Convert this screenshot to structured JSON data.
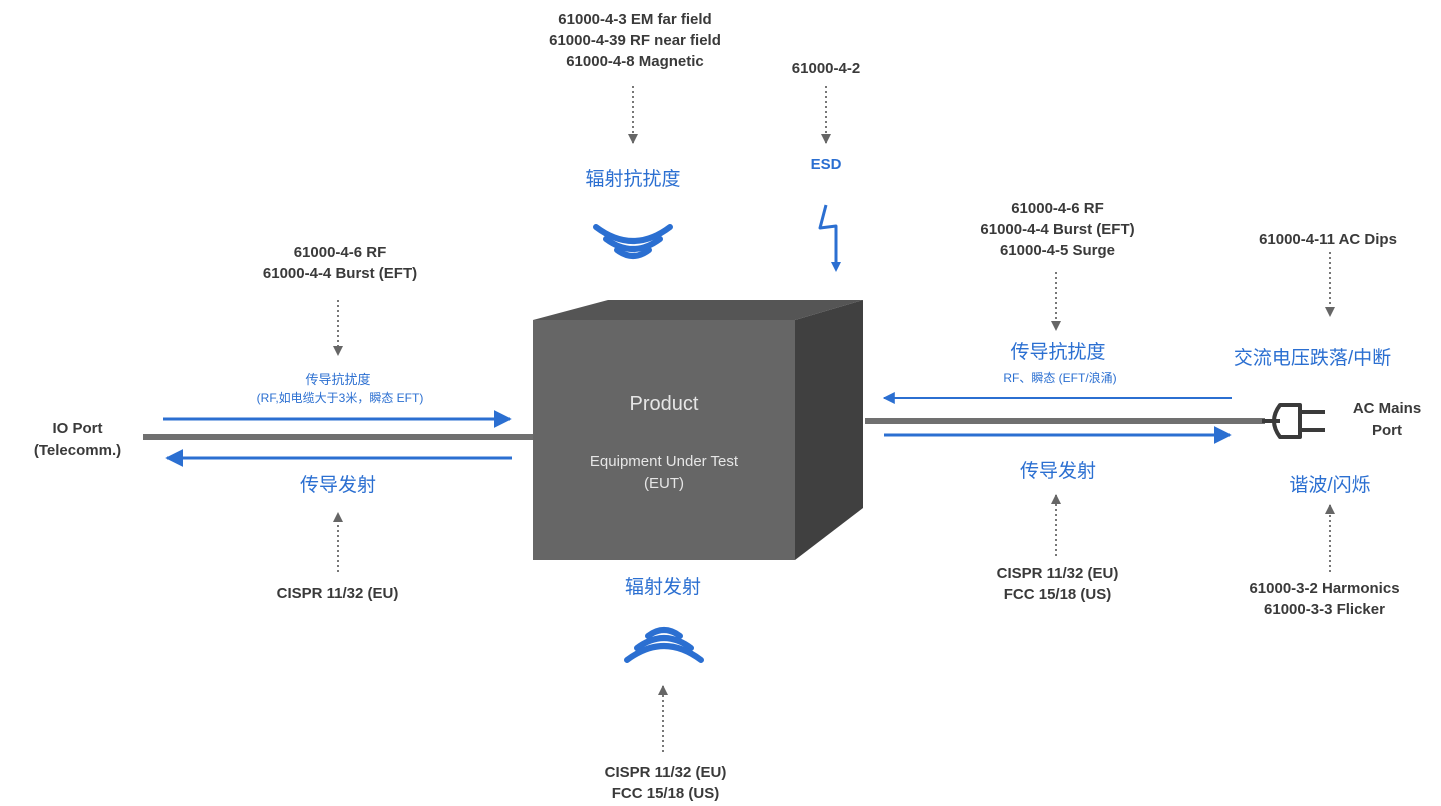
{
  "product": {
    "title": "Product",
    "subtitle_1": "Equipment Under Test",
    "subtitle_2": "(EUT)"
  },
  "top": {
    "radiated_standards": [
      "61000-4-3 EM far field",
      "61000-4-39 RF near field",
      "61000-4-8 Magnetic"
    ],
    "radiated_immunity_label": "辐射抗扰度",
    "esd_standard": "61000-4-2",
    "esd_label": "ESD"
  },
  "left": {
    "standards": [
      "61000-4-6 RF",
      "61000-4-4 Burst (EFT)"
    ],
    "conducted_immunity_label": "传导抗扰度",
    "conducted_immunity_note": "(RF,如电缆大于3米，瞬态 EFT)",
    "port_label": [
      "IO Port",
      "(Telecomm.)"
    ],
    "conducted_emission_label": "传导发射",
    "emission_standard": "CISPR 11/32 (EU)"
  },
  "right": {
    "standards": [
      "61000-4-6 RF",
      "61000-4-4 Burst (EFT)",
      "61000-4-5 Surge"
    ],
    "conducted_immunity_label": "传导抗扰度",
    "conducted_immunity_note": "RF、瞬态 (EFT/浪涌)",
    "ac_dips_standard": "61000-4-11 AC Dips",
    "ac_dips_label": "交流电压跌落/中断",
    "port_label": [
      "AC Mains",
      "Port"
    ],
    "conducted_emission_label": "传导发射",
    "emission_standards": [
      "CISPR 11/32 (EU)",
      "FCC 15/18 (US)"
    ],
    "harmonics_label": "谐波/闪烁",
    "harmonics_standards": [
      "61000-3-2 Harmonics",
      "61000-3-3 Flicker"
    ]
  },
  "bottom": {
    "radiated_emission_label": "辐射发射",
    "standards": [
      "CISPR 11/32 (EU)",
      "FCC 15/18 (US)"
    ]
  },
  "colors": {
    "accent_blue": "#2b6fd1",
    "box_front": "#666666",
    "box_top": "#555555",
    "box_side": "#404040",
    "cable": "#707070",
    "text_dark": "#3a3a3a"
  }
}
